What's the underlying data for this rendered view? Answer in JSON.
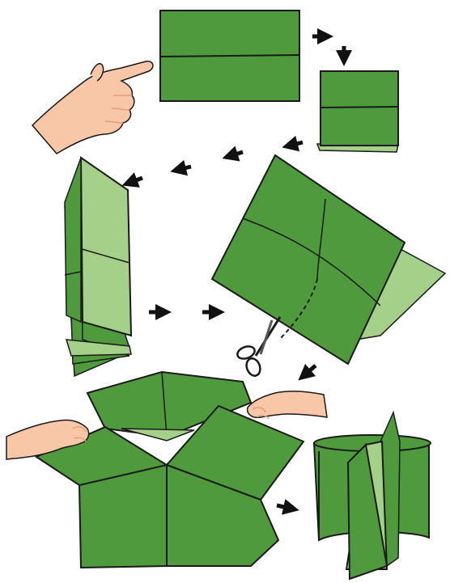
{
  "colors": {
    "paper_dark": "#4e9a3c",
    "paper_light": "#a5d08a",
    "outline": "#1a1a1a",
    "skin": "#f7c7a7",
    "skin_shadow": "#e59f7c",
    "arrow": "#111111",
    "background": "#ffffff"
  },
  "steps": [
    {
      "name": "sheet-folded-in-half",
      "icon": "hand-pointing-icon"
    },
    {
      "name": "sheet-folded-again"
    },
    {
      "name": "strip-folded-lengthwise"
    },
    {
      "name": "opened-sheet-cut-along-fold",
      "icon": "scissors-icon"
    },
    {
      "name": "sheet-pulled-apart-by-hands",
      "icon": "hands-icon"
    },
    {
      "name": "standing-book-result"
    }
  ]
}
